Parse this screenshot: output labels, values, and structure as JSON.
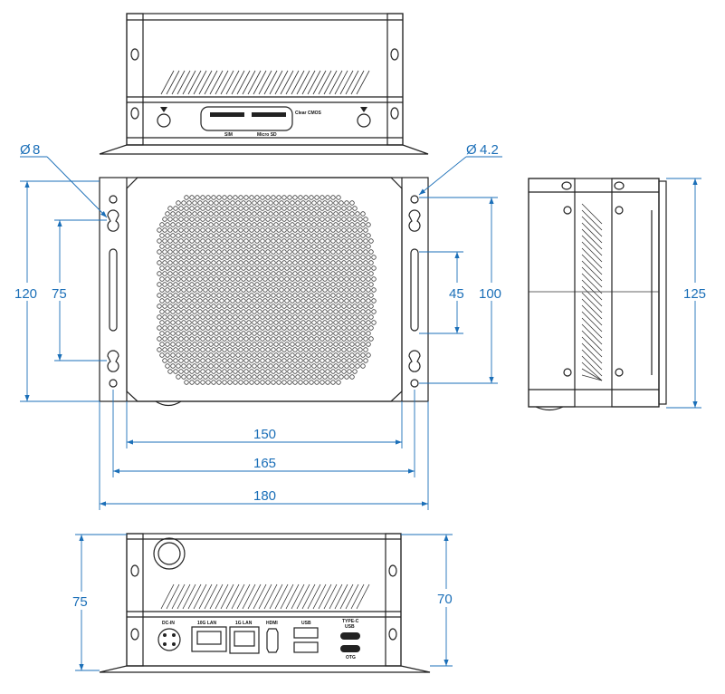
{
  "colors": {
    "dimension": "#1b6fb8",
    "outline": "#222222"
  },
  "dimensions": {
    "hole_large": "8",
    "hole_small": "4.2",
    "height_overall": "120",
    "mount_spacing_left": "75",
    "slot_spacing_right": "45",
    "mount_spacing_right": "100",
    "side_depth": "125",
    "body_width": "150",
    "mount_width": "165",
    "overall_width": "180",
    "front_height_overall": "75",
    "front_height_body": "70",
    "diameter_symbol": "Ø"
  },
  "top_view_labels": {
    "sim": "SIM",
    "micro_sd": "Micro SD",
    "button": "Clear CMOS"
  },
  "front_ports": {
    "dc_in": "DC-IN",
    "lan_10g": "10G LAN",
    "lan_1g": "1G LAN",
    "hdmi": "HDMI",
    "usb": "USB",
    "typec_top": "TYPE-C",
    "typec_usb": "USB",
    "otg": "OTG"
  }
}
